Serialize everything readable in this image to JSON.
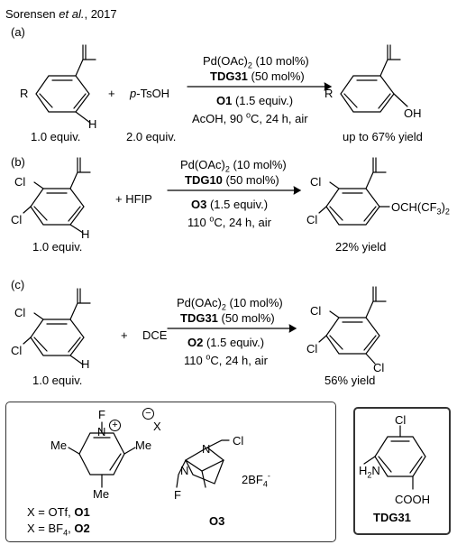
{
  "header": {
    "authors": "Sorensen",
    "etal": "et al.",
    "year": ", 2017"
  },
  "a": {
    "label": "(a)",
    "reactant_R": "R",
    "reactant_H": "H",
    "plus": "+",
    "reagent_p": "p",
    "reagent_rest": "-TsOH",
    "cond1_pre": "Pd(OAc)",
    "cond1_sub": "2",
    "cond1_post": " (10 mol%)",
    "cond2_bold": "TDG31",
    "cond2_rest": " (50 mol%)",
    "cond3_bold": "O1",
    "cond3_rest": " (1.5 equiv.)",
    "cond4_pre": "AcOH, 90 ",
    "cond4_sup": "o",
    "cond4_post": "C, 24 h, air",
    "product_R": "R",
    "product_OH": "OH",
    "equiv1": "1.0 equiv.",
    "equiv2": "2.0 equiv.",
    "yield": "up to 67% yield"
  },
  "b": {
    "label": "(b)",
    "cl_top": "Cl",
    "cl_bottom": "Cl",
    "h": "H",
    "reagent": "+ HFIP",
    "cond1_pre": "Pd(OAc)",
    "cond1_sub": "2",
    "cond1_post": " (10 mol%)",
    "cond2_bold": "TDG10",
    "cond2_rest": " (50 mol%)",
    "cond3_bold": "O3",
    "cond3_rest": " (1.5 equiv.)",
    "cond4_pre": "110 ",
    "cond4_sup": "o",
    "cond4_post": "C, 24 h, air",
    "prod_cl_top": "Cl",
    "prod_cl_bottom": "Cl",
    "prod_group_pre": "OCH(CF",
    "prod_group_sub": "3",
    "prod_group_mid": ")",
    "prod_group_sub2": "2",
    "equiv": "1.0 equiv.",
    "yield": "22% yield"
  },
  "c": {
    "label": "(c)",
    "cl_top": "Cl",
    "cl_bottom": "Cl",
    "h": "H",
    "plus": "+",
    "reagent": "DCE",
    "cond1_pre": "Pd(OAc)",
    "cond1_sub": "2",
    "cond1_post": " (10 mol%)",
    "cond2_bold": "TDG31",
    "cond2_rest": " (50 mol%)",
    "cond3_bold": "O2",
    "cond3_rest": " (1.5 equiv.)",
    "cond4_pre": "110 ",
    "cond4_sup": "o",
    "cond4_post": "C, 24 h, air",
    "prod_cl_top": "Cl",
    "prod_cl_left": "Cl",
    "prod_cl_right": "Cl",
    "equiv": "1.0 equiv.",
    "yield": "56% yield"
  },
  "oxidants": {
    "f_top": "F",
    "n_plus": "N",
    "plus_sign": "+",
    "minus_sign": "−",
    "x_anion": "X",
    "me_left": "Me",
    "me_right": "Me",
    "me_bottom": "Me",
    "x_otf_pre": "X = OTf, ",
    "x_otf_bold": "O1",
    "x_bf4_pre": "X = BF",
    "x_bf4_sub": "4",
    "x_bf4_mid": ", ",
    "x_bf4_bold": "O2",
    "o3_cl": "Cl",
    "o3_n_top": "N",
    "o3_n_bottom": "N",
    "o3_f": "F",
    "o3_counter_pre": "2BF",
    "o3_counter_sub": "4",
    "o3_counter_sup": "-",
    "o3_label": "O3"
  },
  "tdg31": {
    "cl": "Cl",
    "h2n_pre": "H",
    "h2n_sub": "2",
    "h2n_post": "N",
    "cooh": "COOH",
    "label": "TDG31"
  }
}
